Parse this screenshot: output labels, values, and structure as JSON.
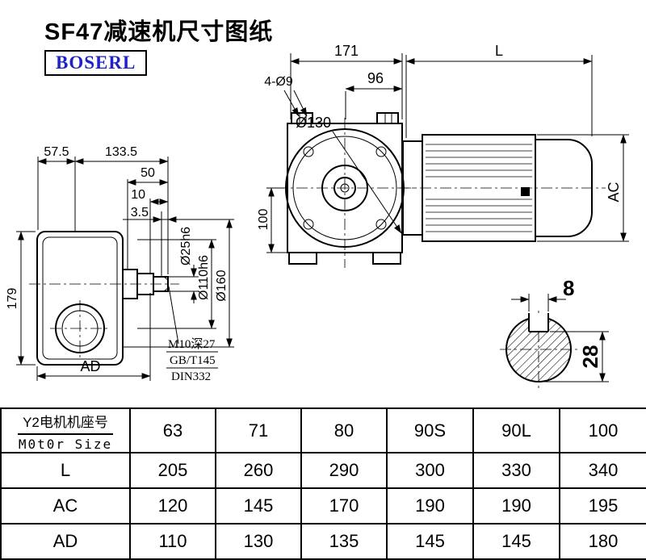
{
  "title": "SF47减速机尺寸图纸",
  "logo": "BOSERL",
  "drawing": {
    "dims": {
      "w171": "171",
      "L": "L",
      "w96": "96",
      "holes": "4-Ø9",
      "d130": "Ø130",
      "h100": "100",
      "AC": "AC",
      "w57_5": "57.5",
      "w133_5": "133.5",
      "w50": "50",
      "w10": "10",
      "w3_5": "3.5",
      "h179": "179",
      "AD": "AD",
      "d25": "Ø25h6",
      "d110": "Ø110h6",
      "d160": "Ø160",
      "note1": "M10深27",
      "note2": "GB/T145",
      "note3": "DIN332",
      "key_w": "8",
      "key_h": "28"
    }
  },
  "table": {
    "motor_label_cn": "Y2电机机座号",
    "motor_label_en": "M0t0r Size",
    "sizes": [
      "63",
      "71",
      "80",
      "90S",
      "90L",
      "100"
    ],
    "rows": [
      {
        "label": "L",
        "values": [
          "205",
          "260",
          "290",
          "300",
          "330",
          "340"
        ]
      },
      {
        "label": "AC",
        "values": [
          "120",
          "145",
          "170",
          "190",
          "190",
          "195"
        ]
      },
      {
        "label": "AD",
        "values": [
          "110",
          "130",
          "135",
          "145",
          "145",
          "180"
        ]
      }
    ]
  }
}
